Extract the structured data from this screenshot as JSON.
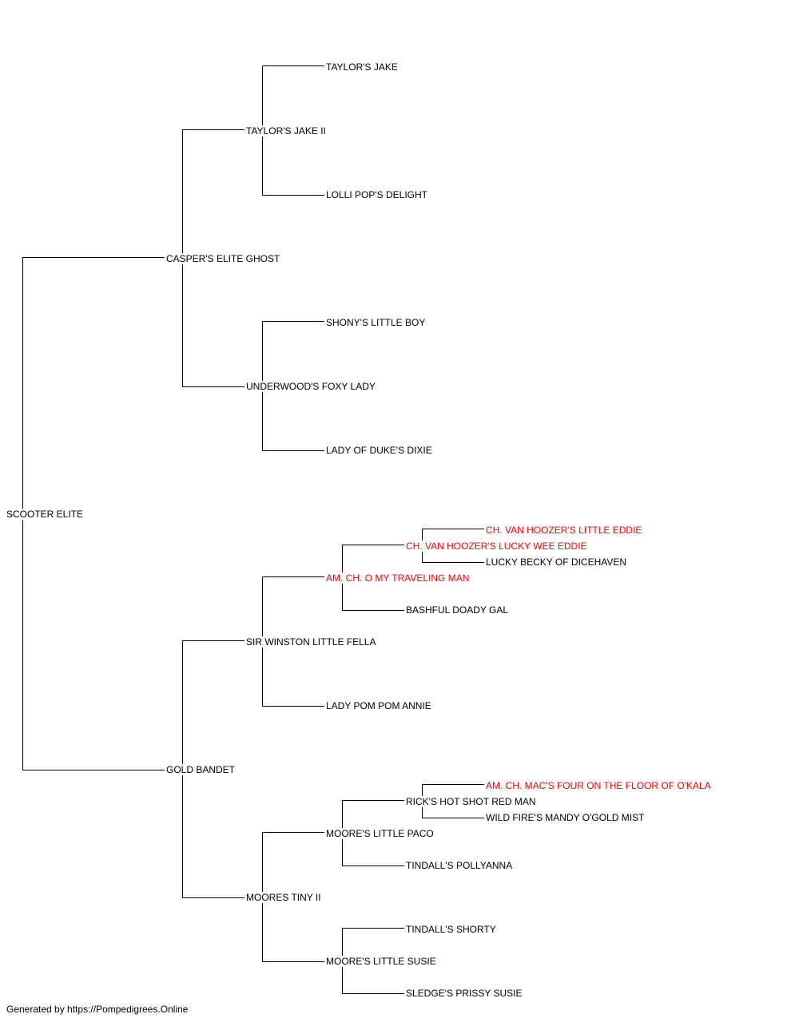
{
  "pedigree": {
    "subject": {
      "name": "SCOOTER ELITE"
    },
    "sire": {
      "name": "CASPER'S ELITE GHOST"
    },
    "dam": {
      "name": "GOLD BANDET"
    },
    "sire_sire": {
      "name": "TAYLOR'S JAKE II"
    },
    "sire_dam": {
      "name": "UNDERWOOD'S FOXY LADY"
    },
    "dam_sire": {
      "name": "SIR WINSTON LITTLE FELLA"
    },
    "dam_dam": {
      "name": "MOORES TINY II"
    },
    "sire_sire_sire": {
      "name": "TAYLOR'S JAKE"
    },
    "sire_sire_dam": {
      "name": "LOLLI POP'S DELIGHT"
    },
    "sire_dam_sire": {
      "name": "SHONY'S LITTLE BOY"
    },
    "sire_dam_dam": {
      "name": "LADY OF DUKE'S DIXIE"
    },
    "dam_sire_sire": {
      "name": "AM. CH. O MY TRAVELING MAN"
    },
    "dam_sire_dam": {
      "name": "LADY POM POM ANNIE"
    },
    "dam_dam_sire": {
      "name": "MOORE'S LITTLE PACO"
    },
    "dam_dam_dam": {
      "name": "MOORE'S LITTLE SUSIE"
    },
    "dam_sire_sire_sire": {
      "name": "CH. VAN HOOZER'S LUCKY WEE EDDIE"
    },
    "dam_sire_sire_dam": {
      "name": "BASHFUL DOADY GAL"
    },
    "dam_dam_sire_sire": {
      "name": "RICK'S HOT SHOT RED MAN"
    },
    "dam_dam_sire_dam": {
      "name": "TINDALL'S POLLYANNA"
    },
    "dam_dam_dam_sire": {
      "name": "TINDALL'S SHORTY"
    },
    "dam_dam_dam_dam": {
      "name": "SLEDGE'S PRISSY SUSIE"
    },
    "dam_sire_sire_sire_sire": {
      "name": "CH. VAN HOOZER'S LITTLE EDDIE"
    },
    "dam_sire_sire_sire_dam": {
      "name": "LUCKY BECKY OF DICEHAVEN"
    },
    "dam_dam_sire_sire_sire": {
      "name": "AM. CH. MAC'S FOUR ON THE FLOOR OF O'KALA"
    },
    "dam_dam_sire_sire_dam": {
      "name": "WILD FIRE'S MANDY O'GOLD MIST"
    }
  },
  "colors": {
    "champion": "#ff0000",
    "regular": "#000000",
    "line": "#000000"
  },
  "footer": {
    "text": "Generated by https://Pompedigrees.Online"
  }
}
